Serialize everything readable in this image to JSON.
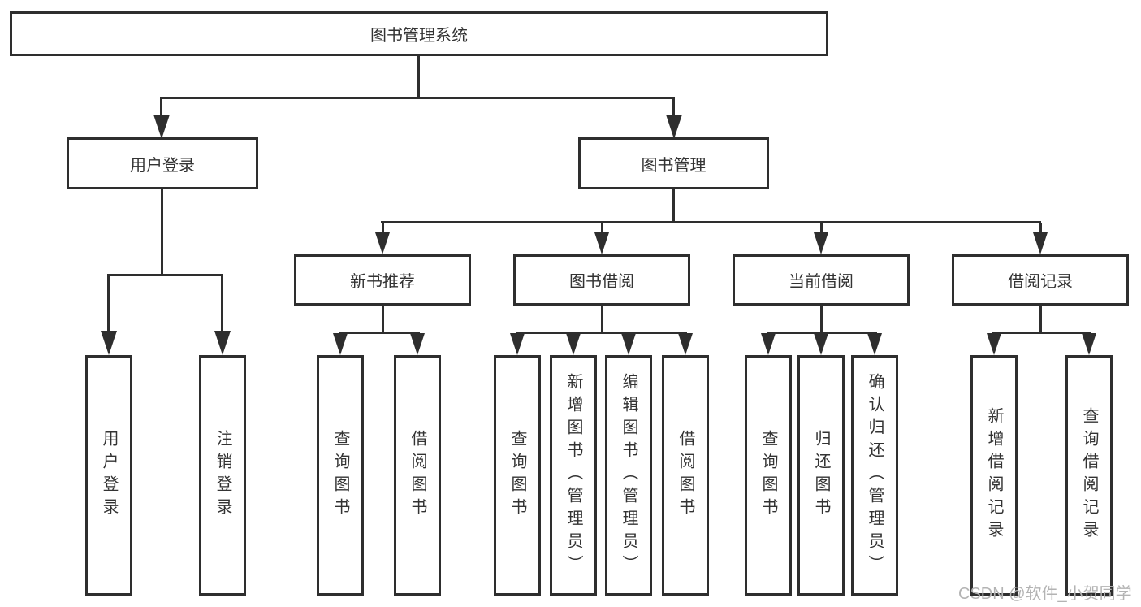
{
  "nodes": {
    "root": "图书管理系统",
    "level2": [
      "用户登录",
      "图书管理"
    ],
    "level3": [
      "新书推荐",
      "图书借阅",
      "当前借阅",
      "借阅记录"
    ],
    "leaves_user": [
      "用户登录",
      "注销登录"
    ],
    "leaves_newbook": [
      "查询图书",
      "借阅图书"
    ],
    "leaves_borrow": [
      "查询图书",
      "新增图书（管理员）",
      "编辑图书（管理员）",
      "借阅图书"
    ],
    "leaves_current": [
      "查询图书",
      "归还图书",
      "确认归还（管理员）"
    ],
    "leaves_records": [
      "新增借阅记录",
      "查询借阅记录"
    ]
  },
  "watermark": "CSDN @软件_小贺同学",
  "colors": {
    "line": "#2e2e2e",
    "text": "#333333",
    "background": "#ffffff",
    "watermark": "#b3b3b3"
  }
}
